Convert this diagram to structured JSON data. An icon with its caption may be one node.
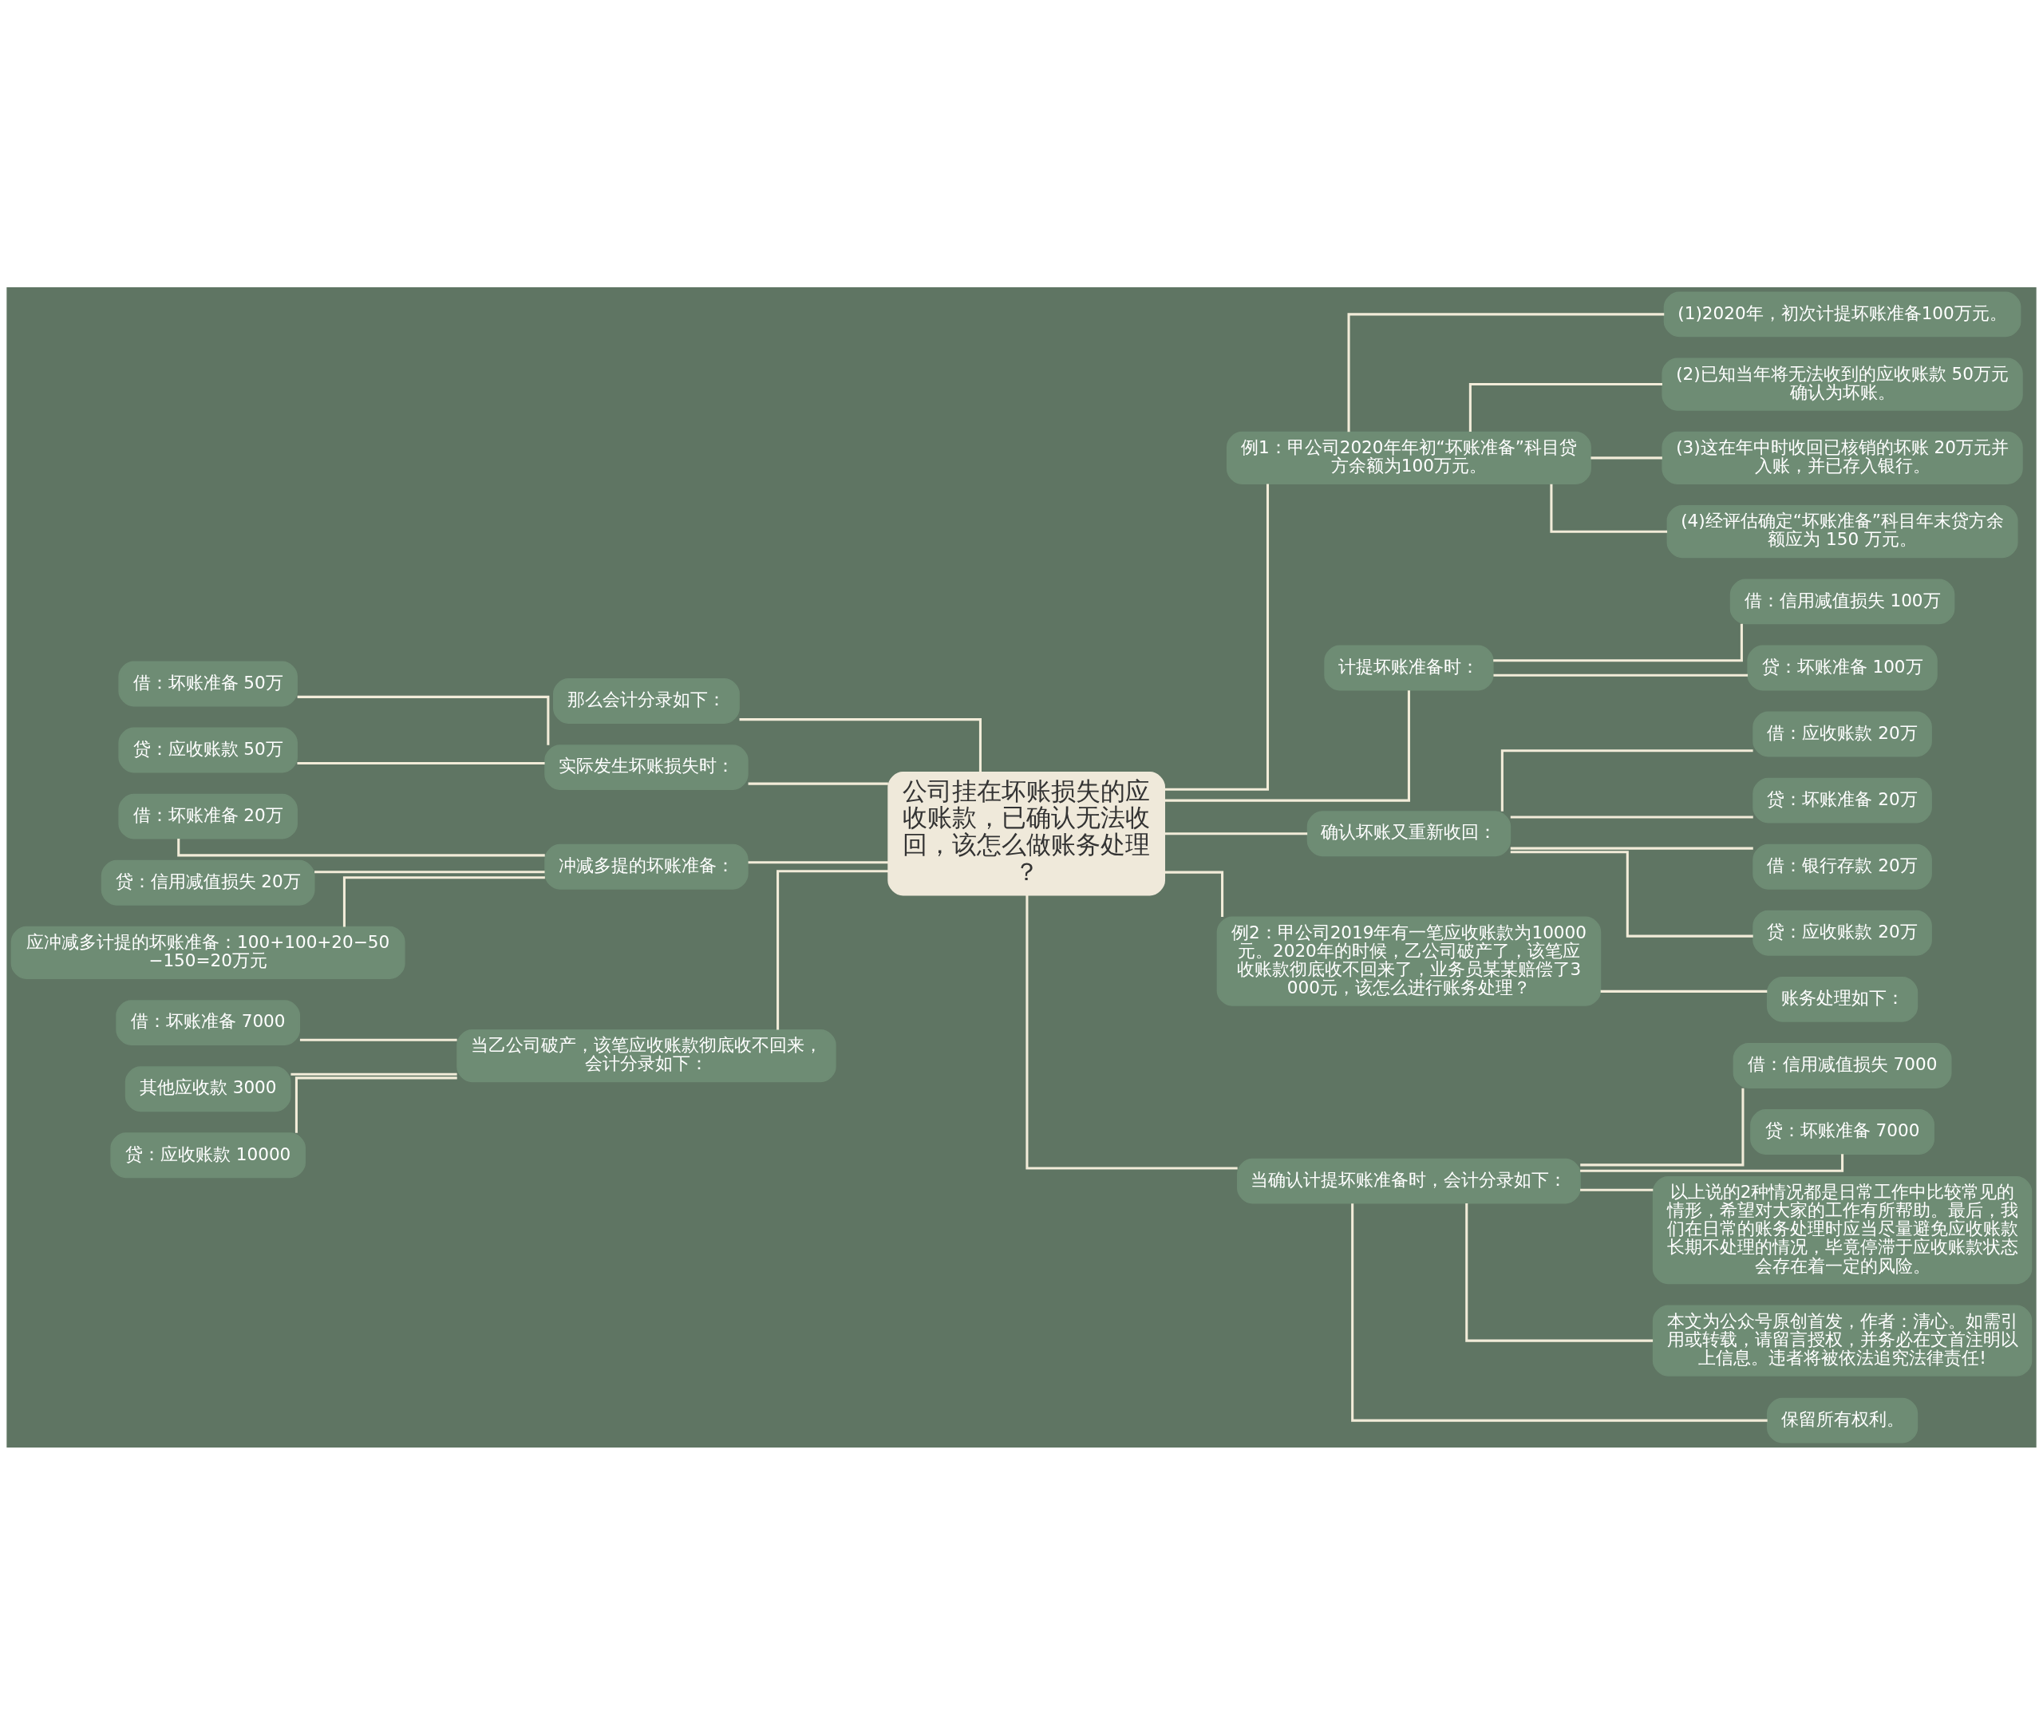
{
  "diagram": {
    "nodes": [
      {
        "text": [
          "公司挂在坏账损失的应收账款，已确认无法收回，该怎么做账务处理？"
        ]
      },
      {
        "text": [
          "那么会计分录如下："
        ]
      },
      {
        "text": [
          "实际发生坏账损失时："
        ]
      },
      {
        "text": [
          "借：坏账准备 50万"
        ]
      },
      {
        "text": [
          "贷：应收账款 50万"
        ]
      },
      {
        "text": [
          "冲减多提的坏账准备："
        ]
      },
      {
        "text": [
          "借：坏账准备 20万"
        ]
      },
      {
        "text": [
          "贷：信用减值损失 20万"
        ]
      },
      {
        "text": [
          "应冲减多计提的坏账准备：100+100+20−50−150=20万元"
        ]
      },
      {
        "text": [
          "当乙公司破产，该笔应收账款彻底收不回来，会计分录如下："
        ]
      },
      {
        "text": [
          "借：坏账准备 7000"
        ]
      },
      {
        "text": [
          "其他应收款 3000"
        ]
      },
      {
        "text": [
          "贷：应收账款 10000"
        ]
      },
      {
        "text": [
          "例1：甲公司2020年年初“坏账准备”科目贷方余额为100万元。"
        ]
      },
      {
        "text": [
          "(1)2020年，初次计提坏账准备100万元。"
        ]
      },
      {
        "text": [
          "(2)已知当年将无法收到的应收账款 50万元确认为坏账。"
        ]
      },
      {
        "text": [
          "(3)这在年中时收回已核销的坏账 20万元并入账，并已存入银行。"
        ]
      },
      {
        "text": [
          "(4)经评估确定“坏账准备”科目年末贷方余额应为 150 万元。"
        ]
      },
      {
        "text": [
          "计提坏账准备时："
        ]
      },
      {
        "text": [
          "借：信用减值损失 100万"
        ]
      },
      {
        "text": [
          "贷：坏账准备 100万"
        ]
      },
      {
        "text": [
          "确认坏账又重新收回："
        ]
      },
      {
        "text": [
          "借：应收账款 20万"
        ]
      },
      {
        "text": [
          "贷：坏账准备 20万"
        ]
      },
      {
        "text": [
          "借：银行存款 20万"
        ]
      },
      {
        "text": [
          "贷：应收账款 20万"
        ]
      },
      {
        "text": [
          "例2：甲公司2019年有一笔应收账款为10000元。2020年的时候，乙公司破产了，该笔应收账款彻底收不回来了，业务员某某赔偿了3000元，该怎么进行账务处理？"
        ]
      },
      {
        "text": [
          "账务处理如下："
        ]
      },
      {
        "text": [
          "当确认计提坏账准备时，会计分录如下："
        ]
      },
      {
        "text": [
          "借：信用减值损失 7000"
        ]
      },
      {
        "text": [
          "贷：坏账准备 7000"
        ]
      },
      {
        "text": [
          "以上说的2种情况都是日常工作中比较常见的情形，希望对大家的工作有所帮助。最后，我们在日常的账务处理时应当尽量避免应收账款长期不处理的情况，毕竟停滞于应收账款状态会存在着一定的风险。"
        ]
      },
      {
        "text": [
          "本文为公众号原创首发，作者：清心。如需引用或转载，请留言授权，并务必在文首注明以上信息。违者将被依法追究法律责任!"
        ]
      },
      {
        "text": [
          "保留所有权利。"
        ]
      }
    ],
    "edges": [
      {
        "from": 0,
        "to": 1,
        "arrow": "none"
      },
      {
        "from": 0,
        "to": 2,
        "arrow": "none"
      },
      {
        "from": 2,
        "to": 3,
        "arrow": "none"
      },
      {
        "from": 2,
        "to": 4,
        "arrow": "none"
      },
      {
        "from": 0,
        "to": 5,
        "arrow": "none"
      },
      {
        "from": 5,
        "to": 6,
        "arrow": "none"
      },
      {
        "from": 5,
        "to": 7,
        "arrow": "none"
      },
      {
        "from": 5,
        "to": 8,
        "arrow": "none"
      },
      {
        "from": 0,
        "to": 9,
        "arrow": "none"
      },
      {
        "from": 9,
        "to": 10,
        "arrow": "none"
      },
      {
        "from": 9,
        "to": 11,
        "arrow": "none"
      },
      {
        "from": 9,
        "to": 12,
        "arrow": "none"
      },
      {
        "from": 0,
        "to": 13,
        "arrow": "none"
      },
      {
        "from": 13,
        "to": 14,
        "arrow": "none"
      },
      {
        "from": 13,
        "to": 15,
        "arrow": "none"
      },
      {
        "from": 13,
        "to": 16,
        "arrow": "none"
      },
      {
        "from": 13,
        "to": 17,
        "arrow": "none"
      },
      {
        "from": 0,
        "to": 18,
        "arrow": "none"
      },
      {
        "from": 18,
        "to": 19,
        "arrow": "none"
      },
      {
        "from": 18,
        "to": 20,
        "arrow": "none"
      },
      {
        "from": 0,
        "to": 21,
        "arrow": "none"
      },
      {
        "from": 21,
        "to": 22,
        "arrow": "none"
      },
      {
        "from": 21,
        "to": 23,
        "arrow": "none"
      },
      {
        "from": 21,
        "to": 24,
        "arrow": "none"
      },
      {
        "from": 21,
        "to": 25,
        "arrow": "none"
      },
      {
        "from": 0,
        "to": 26,
        "arrow": "none"
      },
      {
        "from": 26,
        "to": 27,
        "arrow": "none"
      },
      {
        "from": 0,
        "to": 28,
        "arrow": "none"
      },
      {
        "from": 28,
        "to": 29,
        "arrow": "none"
      },
      {
        "from": 28,
        "to": 30,
        "arrow": "none"
      },
      {
        "from": 28,
        "to": 31,
        "arrow": "none"
      },
      {
        "from": 28,
        "to": 32,
        "arrow": "none"
      },
      {
        "from": 28,
        "to": 33,
        "arrow": "none"
      }
    ]
  }
}
